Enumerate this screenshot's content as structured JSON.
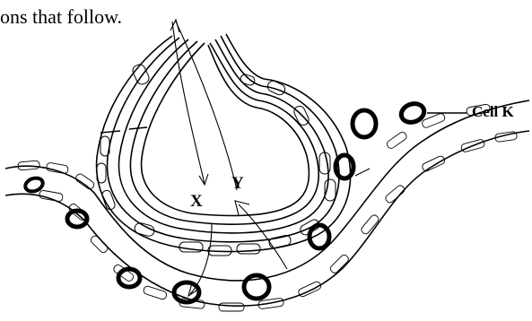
{
  "question": {
    "caption": "ons that follow."
  },
  "diagram": {
    "labels": {
      "x": "X",
      "y": "Y",
      "cell_k": "Cell K"
    }
  }
}
